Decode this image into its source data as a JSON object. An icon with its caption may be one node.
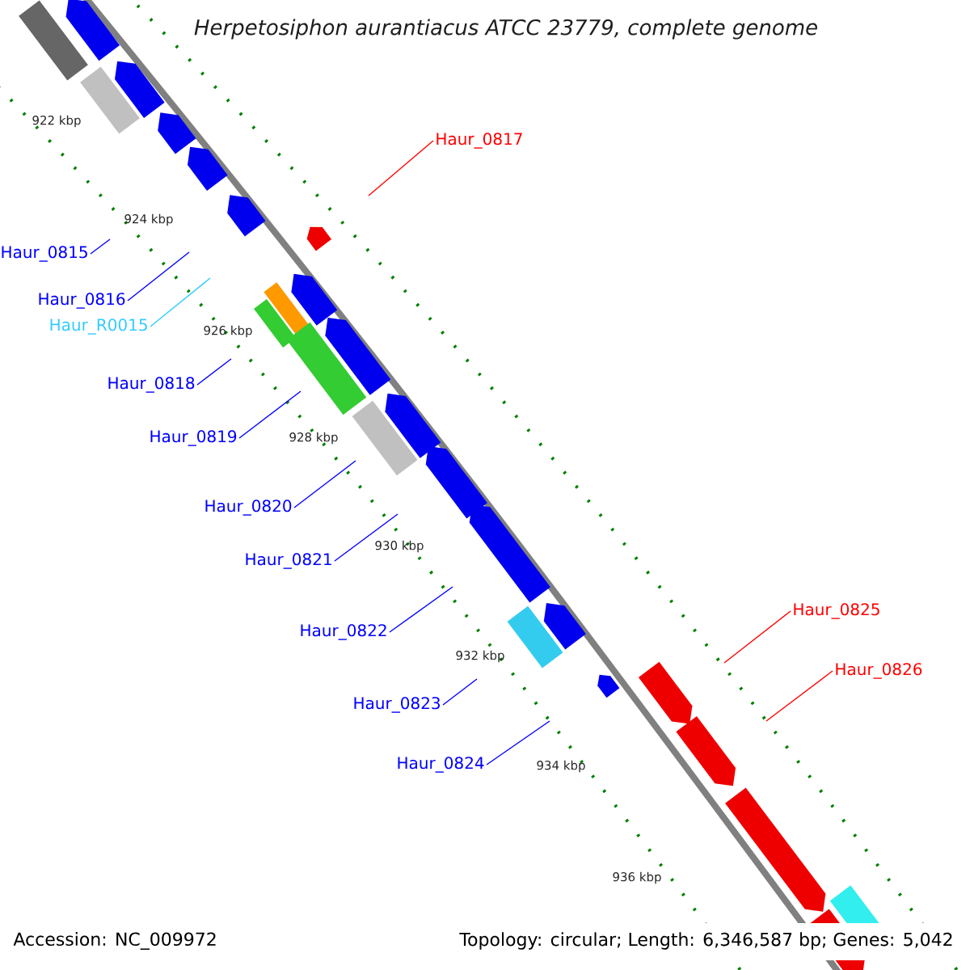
{
  "diagram": {
    "title": "Herpetosiphon aurantiacus ATCC 23779, complete genome",
    "nodes": [
      {
        "text": [
          "Haur_0817"
        ]
      },
      {
        "text": [
          "Haur_0815"
        ]
      },
      {
        "text": [
          "Haur_0816"
        ]
      },
      {
        "text": [
          "Haur_R0015"
        ]
      },
      {
        "text": [
          "Haur_0818"
        ]
      },
      {
        "text": [
          "Haur_0819"
        ]
      },
      {
        "text": [
          "Haur_0820"
        ]
      },
      {
        "text": [
          "Haur_0821"
        ]
      },
      {
        "text": [
          "Haur_0822"
        ]
      },
      {
        "text": [
          "Haur_0825"
        ]
      },
      {
        "text": [
          "Haur_0826"
        ]
      },
      {
        "text": [
          "Haur_0823"
        ]
      },
      {
        "text": [
          "Haur_0824"
        ]
      }
    ],
    "edges": [
      {
        "from": 0,
        "to": null,
        "arrow": "none",
        "color": "#ff0000"
      },
      {
        "from": 1,
        "to": null,
        "arrow": "none"
      },
      {
        "from": 2,
        "to": null,
        "arrow": "none"
      },
      {
        "from": 3,
        "to": null,
        "arrow": "none",
        "color": "#33ccff"
      },
      {
        "from": 4,
        "to": null,
        "arrow": "none"
      },
      {
        "from": 5,
        "to": null,
        "arrow": "none"
      },
      {
        "from": 6,
        "to": null,
        "arrow": "none"
      },
      {
        "from": 7,
        "to": null,
        "arrow": "none"
      },
      {
        "from": 8,
        "to": null,
        "arrow": "none"
      },
      {
        "from": 9,
        "to": null,
        "arrow": "none",
        "color": "#ff0000"
      },
      {
        "from": 10,
        "to": null,
        "arrow": "none",
        "color": "#ff0000"
      },
      {
        "from": 11,
        "to": null,
        "arrow": "none"
      },
      {
        "from": 12,
        "to": null,
        "arrow": "none"
      }
    ],
    "labels": [
      "922 kbp",
      "924 kbp",
      "926 kbp",
      "928 kbp",
      "930 kbp",
      "932 kbp",
      "934 kbp",
      "936 kbp",
      "Accession: NC_009972",
      "Topology: circular; Length: 6,346,587 bp; Genes: 5,042"
    ]
  }
}
